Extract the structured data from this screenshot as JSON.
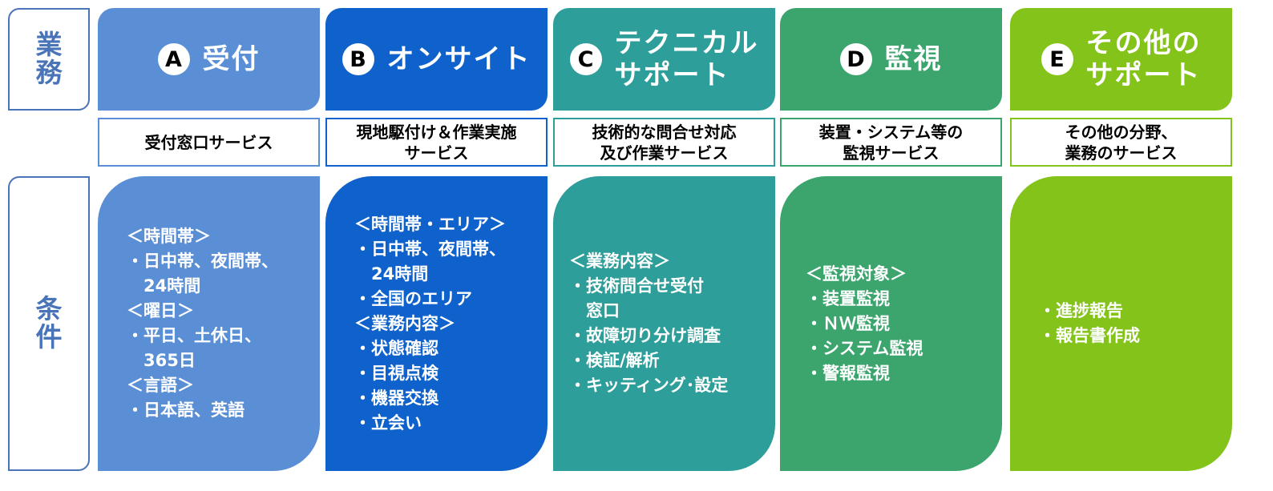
{
  "side_labels": {
    "gyomu": "業務",
    "joken": "条件"
  },
  "columns": [
    {
      "letter": "A",
      "title": "受付",
      "description": "受付窓口サービス",
      "color": "#5a8fd6",
      "lines": [
        "＜時間帯＞",
        "・日中帯、夜間帯、",
        "　24時間",
        "＜曜日＞",
        "・平日、土休日、",
        "　365日",
        "＜言語＞",
        "・日本語、英語"
      ]
    },
    {
      "letter": "B",
      "title": "オンサイト",
      "description": "現地駆付け＆作業実施\nサービス",
      "color": "#0f62cb",
      "lines": [
        "＜時間帯・エリア＞",
        "・日中帯、夜間帯、",
        "　24時間",
        "・全国のエリア",
        "＜業務内容＞",
        "・状態確認",
        "・目視点検",
        "・機器交換",
        "・立会い"
      ]
    },
    {
      "letter": "C",
      "title": "テクニカル\nサポート",
      "description": "技術的な問合せ対応\n及び作業サービス",
      "color": "#2e9e9a",
      "lines": [
        "＜業務内容＞",
        "・技術問合せ受付",
        "　窓口",
        "・故障切り分け調査",
        "・検証/解析",
        "・キッティング･設定"
      ]
    },
    {
      "letter": "D",
      "title": "監視",
      "description": "装置・システム等の\n監視サービス",
      "color": "#3ca56e",
      "lines": [
        "＜監視対象＞",
        "・装置監視",
        "・ＮＷ監視",
        "・システム監視",
        "・警報監視"
      ]
    },
    {
      "letter": "E",
      "title": "その他の\nサポート",
      "description": "その他の分野、\n業務のサービス",
      "color": "#84c31a",
      "lines": [
        "・進捗報告",
        "・報告書作成"
      ]
    }
  ]
}
